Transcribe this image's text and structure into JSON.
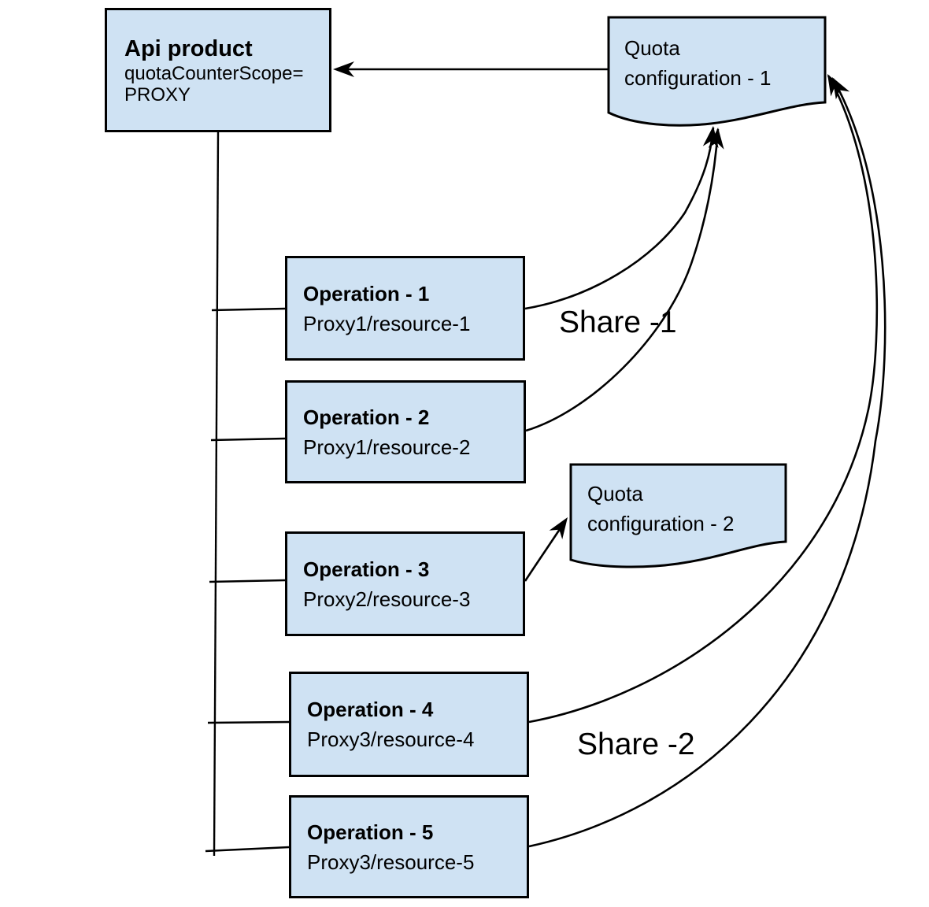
{
  "diagram": {
    "api_product": {
      "title": "Api product",
      "subtitle_line1": "quotaCounterScope=",
      "subtitle_line2": "PROXY"
    },
    "quota_configs": [
      {
        "line1": "Quota",
        "line2": "configuration - 1"
      },
      {
        "line1": "Quota",
        "line2": "configuration - 2"
      }
    ],
    "operations": [
      {
        "name": "Operation - 1",
        "resource": "Proxy1/resource-1"
      },
      {
        "name": "Operation - 2",
        "resource": "Proxy1/resource-2"
      },
      {
        "name": "Operation - 3",
        "resource": "Proxy2/resource-3"
      },
      {
        "name": "Operation - 4",
        "resource": "Proxy3/resource-4"
      },
      {
        "name": "Operation - 5",
        "resource": "Proxy3/resource-5"
      }
    ],
    "edge_labels": {
      "share1": "Share -1",
      "share2": "Share -2"
    },
    "colors": {
      "node_fill": "#cfe2f3",
      "node_border": "#000000",
      "connector": "#000000",
      "background": "#ffffff",
      "text": "#000000"
    }
  }
}
